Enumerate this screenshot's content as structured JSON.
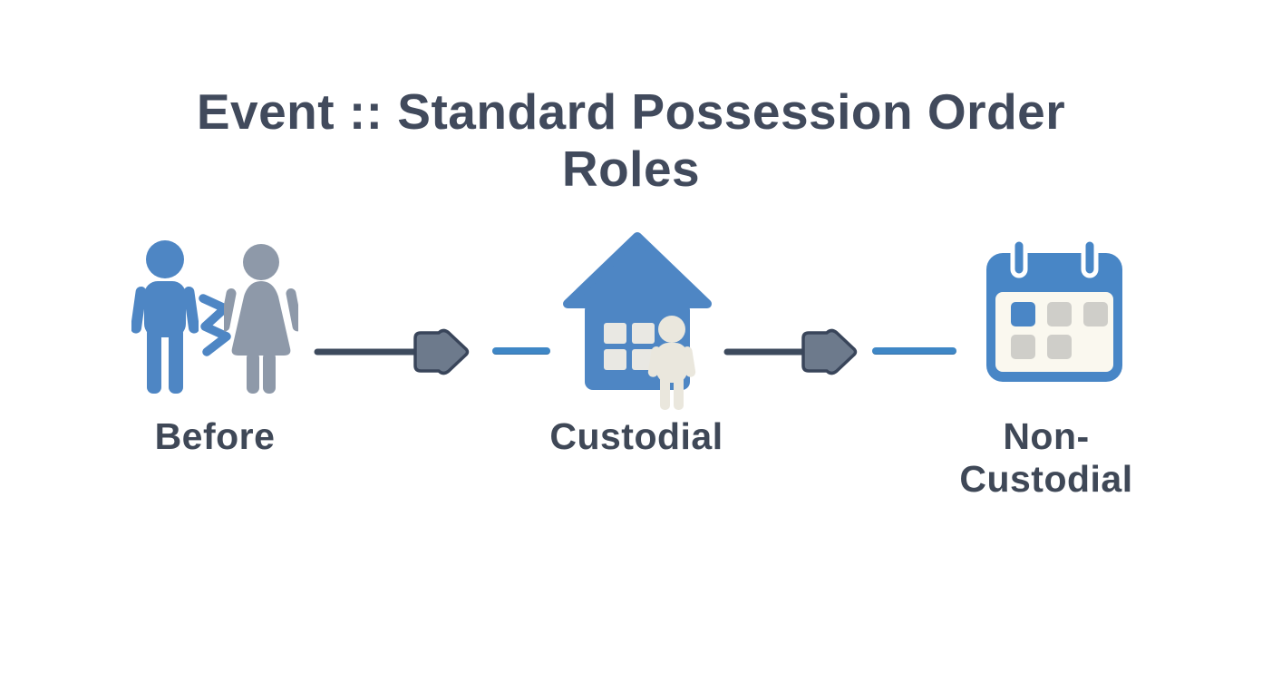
{
  "title": {
    "line1": "Event :: Standard Possession Order",
    "line2": "Roles"
  },
  "stages": [
    {
      "id": "before",
      "label": "Before",
      "icon": "separated-couple-icon"
    },
    {
      "id": "custodial",
      "label": "Custodial",
      "icon": "house-with-child-icon"
    },
    {
      "id": "non_custodial",
      "label": "Non-Custodial",
      "icon": "calendar-icon"
    }
  ],
  "connectors": [
    {
      "from": "before",
      "to": "custodial",
      "style": "dark-arrow-plus-blue-dash"
    },
    {
      "from": "custodial",
      "to": "non_custodial",
      "style": "dark-arrow-plus-blue-dash"
    }
  ],
  "colors": {
    "background": "#ffffff",
    "text": "#414a5c",
    "accent_blue": "#4e86c4",
    "figure_gray": "#8e99a9",
    "arrow_line": "#3d4a5d",
    "arrowhead_fill": "#6d7a8c",
    "arrowhead_stroke": "#39455a",
    "dash_blue": "#3f87c6",
    "house_window": "#e9e8e3",
    "child_cream": "#eae7dd",
    "calendar_body": "#faf8ef",
    "calendar_cell_gray": "#cfcec9"
  }
}
